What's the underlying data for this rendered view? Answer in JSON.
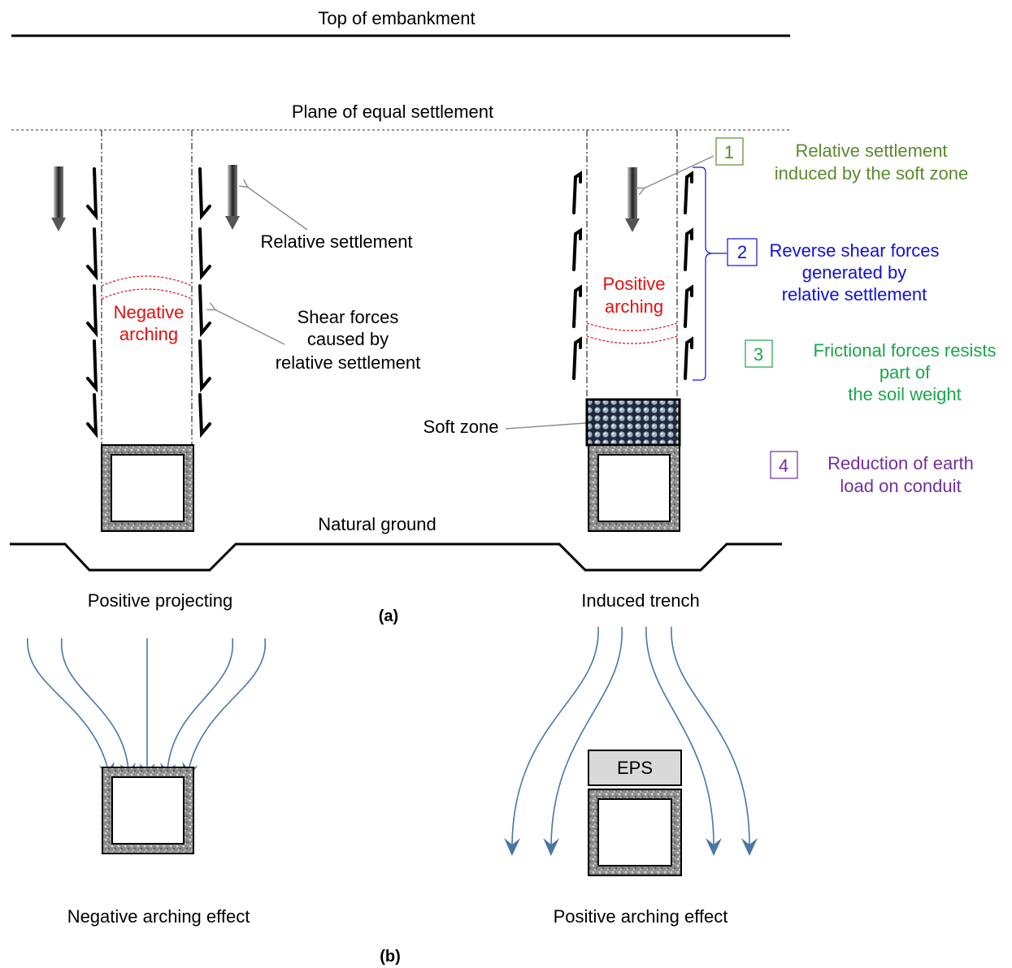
{
  "labels": {
    "top_embankment": "Top of embankment",
    "plane_equal_settlement": "Plane of equal settlement",
    "relative_settlement": "Relative settlement",
    "negative_arching_1": "Negative",
    "negative_arching_2": "arching",
    "shear_forces_1": "Shear forces",
    "shear_forces_2": "caused by",
    "shear_forces_3": "relative settlement",
    "positive_arching_1": "Positive",
    "positive_arching_2": "arching",
    "soft_zone": "Soft zone",
    "natural_ground": "Natural ground",
    "positive_projecting": "Positive projecting",
    "induced_trench": "Induced trench",
    "part_a": "(a)",
    "eps": "EPS",
    "negative_effect": "Negative arching effect",
    "positive_effect": "Positive arching effect",
    "part_b": "(b)"
  },
  "steps": [
    {
      "num": "1",
      "lines": [
        "Relative settlement",
        "induced by the soft zone"
      ],
      "color": "#5b8a2e"
    },
    {
      "num": "2",
      "lines": [
        "Reverse shear forces",
        "generated by",
        "relative settlement"
      ],
      "color": "#1010e0"
    },
    {
      "num": "3",
      "lines": [
        "Frictional forces resists",
        "part of",
        "the soil weight"
      ],
      "color": "#1aa64a"
    },
    {
      "num": "4",
      "lines": [
        "Reduction of earth",
        "load on conduit"
      ],
      "color": "#7030a0"
    }
  ],
  "colors": {
    "arching_text": "#e11010",
    "flow_arrows": "#4a76a6",
    "eps_fill": "#d9d9d9",
    "soft_zone_fill": "#3d4a5c"
  }
}
